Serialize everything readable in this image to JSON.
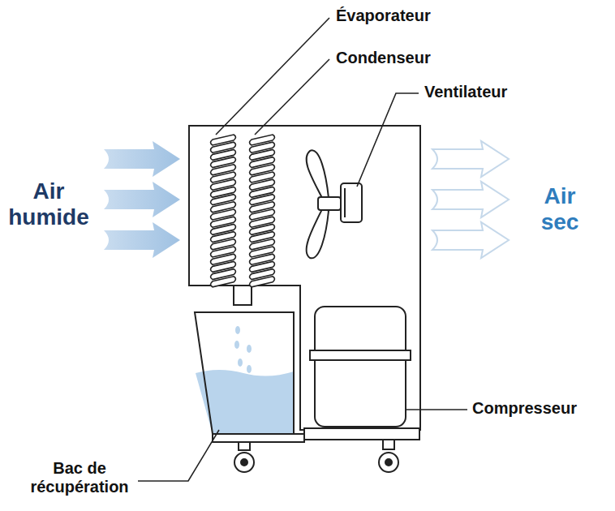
{
  "diagram": {
    "labels": [
      "Évaporateur",
      "Condenseur",
      "Ventilateur",
      "Air humide",
      "Air sec",
      "Compresseur",
      "Bac de récupération"
    ]
  }
}
